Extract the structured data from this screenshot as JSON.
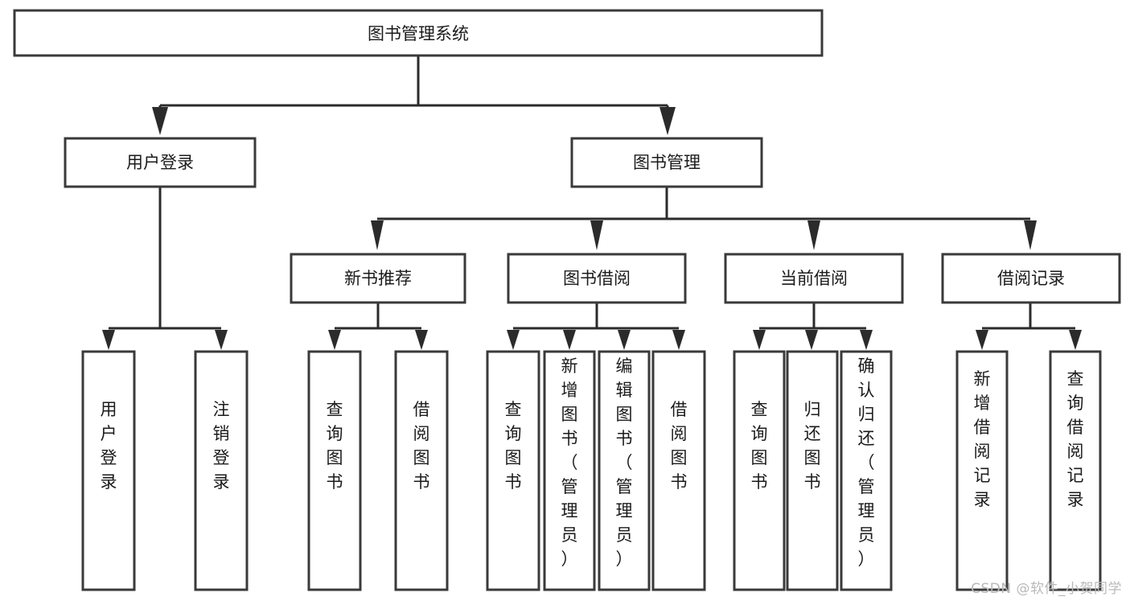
{
  "diagram": {
    "type": "tree",
    "title": "图书管理系统",
    "orientation": "top-down",
    "colors": {
      "node_fill": "#ffffff",
      "node_stroke": "#3a3a3a",
      "connector": "#2b2b2b",
      "text": "#1b1b1b",
      "watermark": "#b9b9b9",
      "background": "#ffffff"
    },
    "nodes": {
      "root": {
        "label": "图书管理系统"
      },
      "level2": [
        {
          "id": "user-login",
          "label": "用户登录"
        },
        {
          "id": "book-manage",
          "label": "图书管理"
        }
      ],
      "level3": [
        {
          "id": "new-book-recommend",
          "label": "新书推荐"
        },
        {
          "id": "book-borrow",
          "label": "图书借阅"
        },
        {
          "id": "current-borrow",
          "label": "当前借阅"
        },
        {
          "id": "borrow-record",
          "label": "借阅记录"
        }
      ],
      "leaves": {
        "user-login": [
          {
            "id": "leaf-user-login",
            "label": "用户登录"
          },
          {
            "id": "leaf-user-logout",
            "label": "注销登录"
          }
        ],
        "new-book-recommend": [
          {
            "id": "leaf-query-book-1",
            "label": "查询图书"
          },
          {
            "id": "leaf-borrow-book-1",
            "label": "借阅图书"
          }
        ],
        "book-borrow": [
          {
            "id": "leaf-query-book-2",
            "label": "查询图书"
          },
          {
            "id": "leaf-add-book",
            "label": "新增图书（管理员）"
          },
          {
            "id": "leaf-edit-book",
            "label": "编辑图书（管理员）"
          },
          {
            "id": "leaf-borrow-book-2",
            "label": "借阅图书"
          }
        ],
        "current-borrow": [
          {
            "id": "leaf-query-book-3",
            "label": "查询图书"
          },
          {
            "id": "leaf-return-book",
            "label": "归还图书"
          },
          {
            "id": "leaf-confirm-return",
            "label": "确认归还（管理员）"
          }
        ],
        "borrow-record": [
          {
            "id": "leaf-add-record",
            "label": "新增借阅记录"
          },
          {
            "id": "leaf-query-record",
            "label": "查询借阅记录"
          }
        ]
      }
    }
  },
  "watermark": {
    "text": "CSDN @软件_小贺同学"
  }
}
